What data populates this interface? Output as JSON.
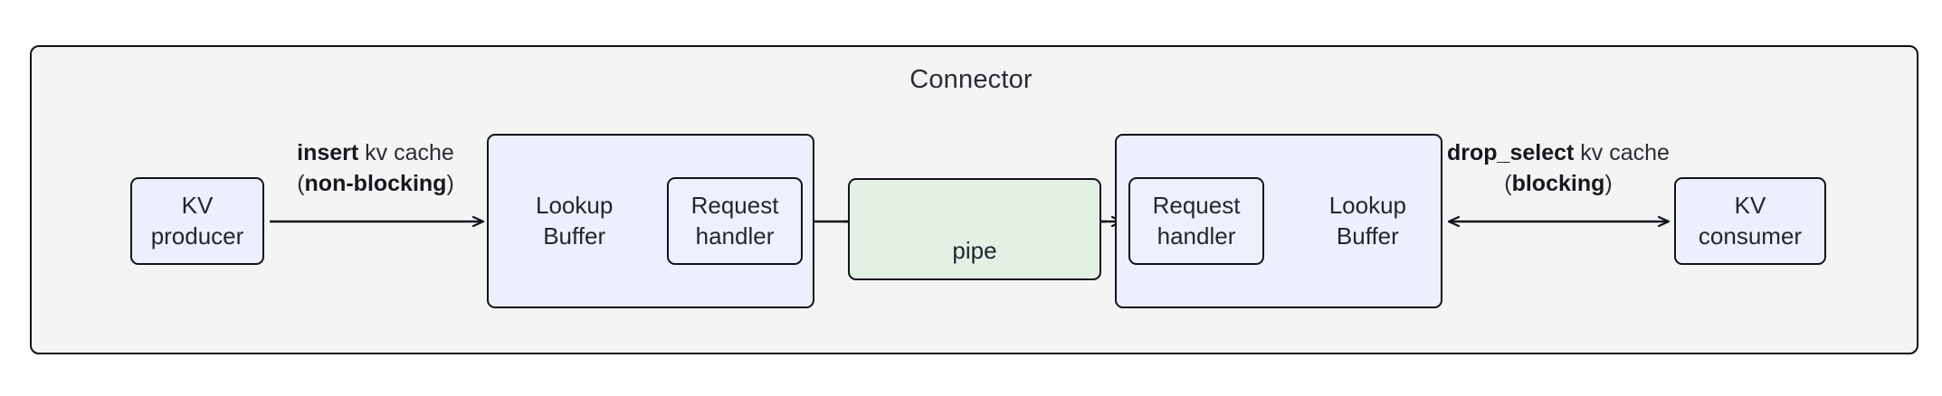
{
  "diagram": {
    "container": {
      "title": "Connector",
      "fill": "#f4f4f4",
      "stroke": "#0f1117"
    },
    "nodes": {
      "kv_producer": {
        "line1": "KV",
        "line2": "producer",
        "fill": "#eceffc"
      },
      "kv_consumer": {
        "line1": "KV",
        "line2": "consumer",
        "fill": "#eceffc"
      },
      "lookup_buffer_left": {
        "line1": "Lookup",
        "line2": "Buffer",
        "fill": "#eceffc"
      },
      "lookup_buffer_right": {
        "line1": "Lookup",
        "line2": "Buffer",
        "fill": "#eceffc"
      },
      "request_handler_left": {
        "line1": "Request",
        "line2": "handler",
        "fill": "#eef1fd"
      },
      "request_handler_right": {
        "line1": "Request",
        "line2": "handler",
        "fill": "#eef1fd"
      },
      "pipe": {
        "label": "pipe",
        "fill": "#e3f0e4"
      }
    },
    "edges": {
      "producer_to_buffer": {
        "bold_text": "insert",
        "rest_text": " kv cache",
        "paren_open": "(",
        "bold_mode": "non-blocking",
        "paren_close": ")",
        "direction": "right"
      },
      "pipe_left": {
        "direction": "left"
      },
      "pipe_right": {
        "direction": "right"
      },
      "buffer_to_consumer": {
        "bold_text": "drop_select",
        "rest_text": " kv cache",
        "paren_open": "(",
        "bold_mode": "blocking",
        "paren_close": ")",
        "direction": "both"
      }
    }
  }
}
